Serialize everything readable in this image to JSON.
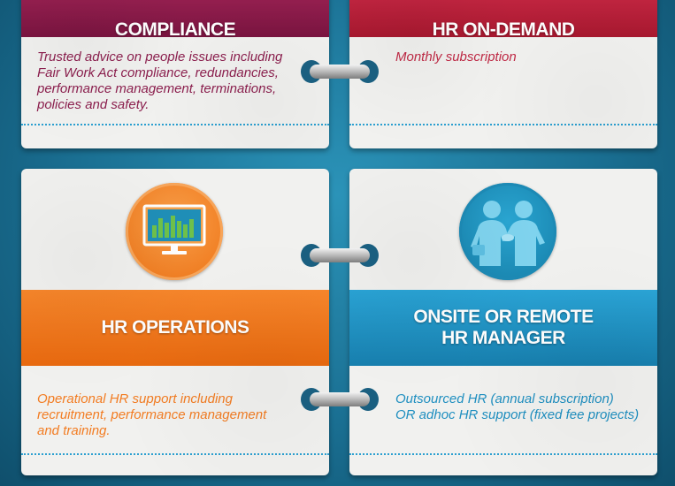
{
  "colors": {
    "compliance_band": "#8a1a45",
    "hr_on_demand_band": "#b81f3c",
    "operations_band": "#f47a20",
    "manager_band": "#1f93c3",
    "compliance_text": "#8c1f4e",
    "on_demand_text": "#c02a46",
    "operations_text": "#f27c22",
    "manager_text": "#1f8fc0"
  },
  "cards": {
    "compliance": {
      "title": "COMPLIANCE",
      "description": "Trusted advice on people issues including Fair Work Act compliance, redundancies, performance management, terminations, policies and safety."
    },
    "hr_on_demand": {
      "title": "HR ON-DEMAND",
      "description": "Monthly subscription"
    },
    "hr_operations": {
      "title": "HR OPERATIONS",
      "description": "Operational HR support including recruitment, performance management and training.",
      "icon": "monitor-chart-icon"
    },
    "hr_manager": {
      "title_line1": "ONSITE OR REMOTE",
      "title_line2": "HR MANAGER",
      "description_line1": "Outsourced HR (annual subscription)",
      "description_line2": "OR adhoc HR support (fixed fee projects)",
      "icon": "handshake-icon"
    }
  }
}
